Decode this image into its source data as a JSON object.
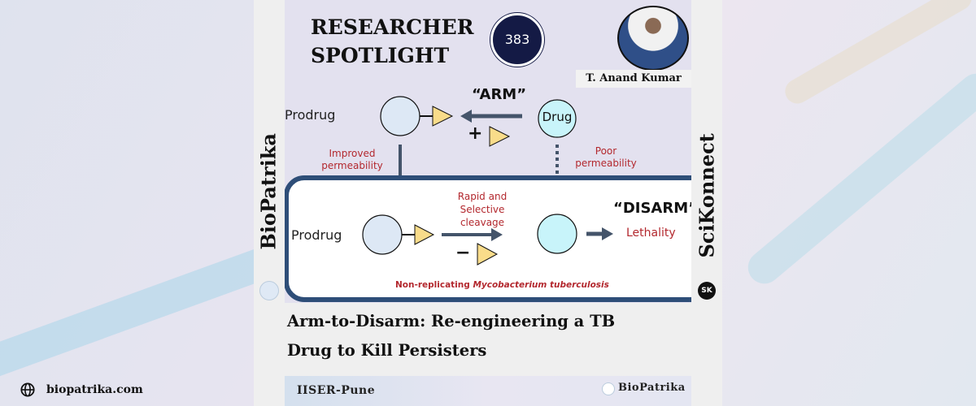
{
  "header": {
    "title_line1": "RESEARCHER",
    "title_line2": "SPOTLIGHT",
    "issue_number": "383",
    "researcher_name": "T. Anand Kumar"
  },
  "diagram": {
    "arm_label": "“ARM”",
    "disarm_label": "“DISARM”",
    "prodrug_top": "Prodrug",
    "drug": "Drug",
    "plus": "+",
    "minus": "−",
    "improved": "Improved\npermeability",
    "poor": "Poor\npermeability",
    "cleavage": "Rapid and\nSelective\ncleavage",
    "prodrug_inner": "Prodrug",
    "lethality": "Lethality",
    "caption_prefix": "Non-replicating ",
    "caption_italic": "Mycobacterium tuberculosis"
  },
  "side": {
    "left_brand": "BioPatrika",
    "right_brand": "SciKonnect",
    "right_logo": "SK"
  },
  "article": {
    "title_line1": "Arm-to-Disarm: Re-engineering a TB",
    "title_line2": "Drug to Kill Persisters"
  },
  "footer": {
    "institute": "IISER-Pune",
    "brand": "BioPatrika",
    "website": "biopatrika.com"
  },
  "colors": {
    "badge": "#141a45",
    "arrow": "#44546a",
    "red": "#b3282e",
    "prodrug_fill": "#dde8f5",
    "drug_fill": "#c8f4fa",
    "triangle": "#f9dc8a"
  }
}
